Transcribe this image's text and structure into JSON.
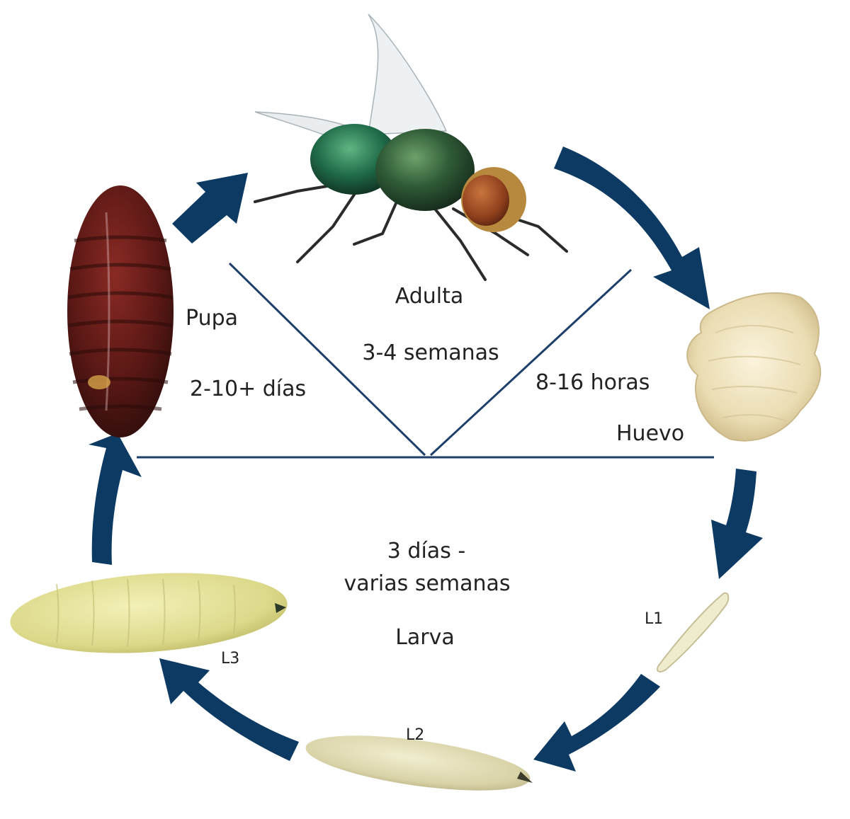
{
  "colors": {
    "arrow": "#0d3a63",
    "divider": "#1f3f6b",
    "text": "#222222"
  },
  "stages": {
    "adult": {
      "name": "Adulta",
      "duration": "3-4 semanas",
      "icon": "green-bottle-fly"
    },
    "egg": {
      "name": "Huevo",
      "duration": "8-16 horas",
      "icon": "egg-cluster"
    },
    "larva": {
      "name": "Larva",
      "duration_line1": "3 días -",
      "duration_line2": "varias semanas"
    },
    "pupa": {
      "name": "Pupa",
      "duration": "2-10+ días",
      "icon": "pupa-case"
    }
  },
  "larval_instars": [
    "L1",
    "L2",
    "L3"
  ]
}
